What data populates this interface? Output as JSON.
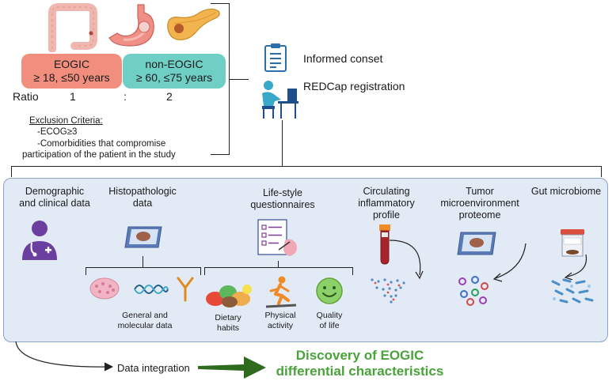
{
  "cohorts": {
    "a": {
      "name": "EOGIC",
      "criteria": "≥ 18, ≤50 years"
    },
    "b": {
      "name": "non-EOGIC",
      "criteria": "≥ 60, ≤75 years"
    }
  },
  "ratio": {
    "label": "Ratio",
    "left": "1",
    "sep": ":",
    "right": "2"
  },
  "exclusion": {
    "title": "Exclusion Criteria:",
    "item1": "-ECOG≥3",
    "item2": "-Comorbidities that compromise",
    "item3": "participation  of the patient in the study"
  },
  "steps": {
    "consent": "Informed conset",
    "registration": "REDCap registration"
  },
  "columns": {
    "demographic": [
      "Demographic",
      "and clinical data"
    ],
    "histopathologic": [
      "Histopathologic",
      "data"
    ],
    "lifestyle": [
      "Life-style",
      "questionnaires"
    ],
    "circulating": [
      "Circulating",
      "inflammatory",
      "profile"
    ],
    "tumor": [
      "Tumor",
      "microenvironment",
      "proteome"
    ],
    "gut": [
      "Gut microbiome"
    ]
  },
  "sublabels": {
    "general": [
      "General and",
      "molecular data"
    ],
    "dietary": [
      "Dietary",
      "habits"
    ],
    "physical": [
      "Physical",
      "activity"
    ],
    "quality": [
      "Quality",
      "of life"
    ]
  },
  "footer": {
    "integration": "Data integration",
    "discovery": [
      "Discovery of EOGIC",
      "differential characteristics"
    ]
  },
  "colors": {
    "eogic": "#f28e7e",
    "non_eogic": "#6fcfc4",
    "panel": "#e2eaf5",
    "discovery": "#4aa33a",
    "arrow": "#2e6b1f"
  }
}
